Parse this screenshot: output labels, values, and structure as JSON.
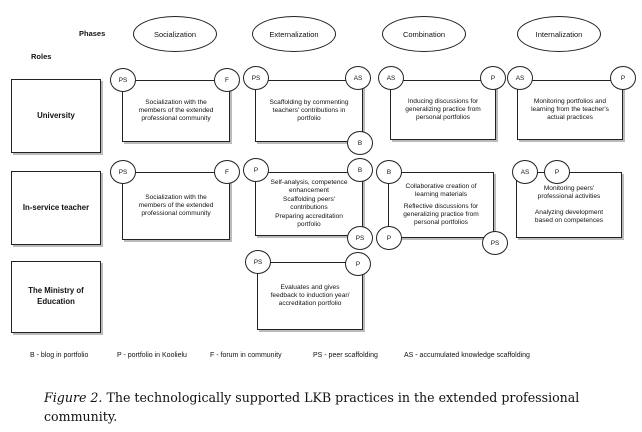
{
  "header": {
    "phases_label": "Phases",
    "roles_label": "Roles"
  },
  "phases": [
    "Socialization",
    "Externalization",
    "Combination",
    "Internalization"
  ],
  "roles": [
    "University",
    "In-service teacher",
    "The Ministry of Education"
  ],
  "cells": {
    "university": {
      "socialization": {
        "lines": [
          "Socialization with the members of the extended professional community"
        ],
        "tl": "PS",
        "tr": "F"
      },
      "externalization": {
        "lines": [
          "Scaffolding by commenting teachers' contributions in portfolio"
        ],
        "tl": "PS",
        "tr": "AS",
        "br": "B"
      },
      "combination": {
        "lines": [
          "Inducing discussions for generalizing practice from personal portfolios"
        ],
        "tl": "AS",
        "tr": "P"
      },
      "internalization": {
        "lines": [
          "Monitoring portfolios and learning from the teacher's actual practices"
        ],
        "tl": "AS",
        "tr": "P"
      }
    },
    "teacher": {
      "socialization": {
        "lines": [
          "Socialization with the members of the extended professional community"
        ],
        "tl": "PS",
        "tr": "F"
      },
      "externalization": {
        "lines": [
          "Self-analysis, competence enhancement",
          "Scaffolding peers' contributions",
          "Preparing accreditation portfolio"
        ],
        "tl": "P",
        "tr": "B",
        "br": "PS"
      },
      "combination": {
        "lines": [
          "Collaborative creation of learning materials",
          "Reflective discussions for generalizing practice from personal portfolios"
        ],
        "tl": "B",
        "bl": "P",
        "br": "PS"
      },
      "internalization": {
        "lines": [
          "Monitoring peers' professional activities",
          "Analyzing development based on competences"
        ],
        "tl": "AS",
        "tr": "P"
      }
    },
    "ministry": {
      "externalization": {
        "lines": [
          "Evaluates and gives feedback to induction year/ accreditation portfolio"
        ],
        "tl": "PS",
        "tr": "P"
      }
    }
  },
  "legend": [
    "B - blog in portfolio",
    "P - portfolio in Koolielu",
    "F - forum in community",
    "PS - peer scaffolding",
    "AS - accumulated knowledge scaffolding"
  ],
  "caption": {
    "figure_label": "Figure 2.",
    "text": "The technologically supported LKB practices in the extended professional community."
  }
}
